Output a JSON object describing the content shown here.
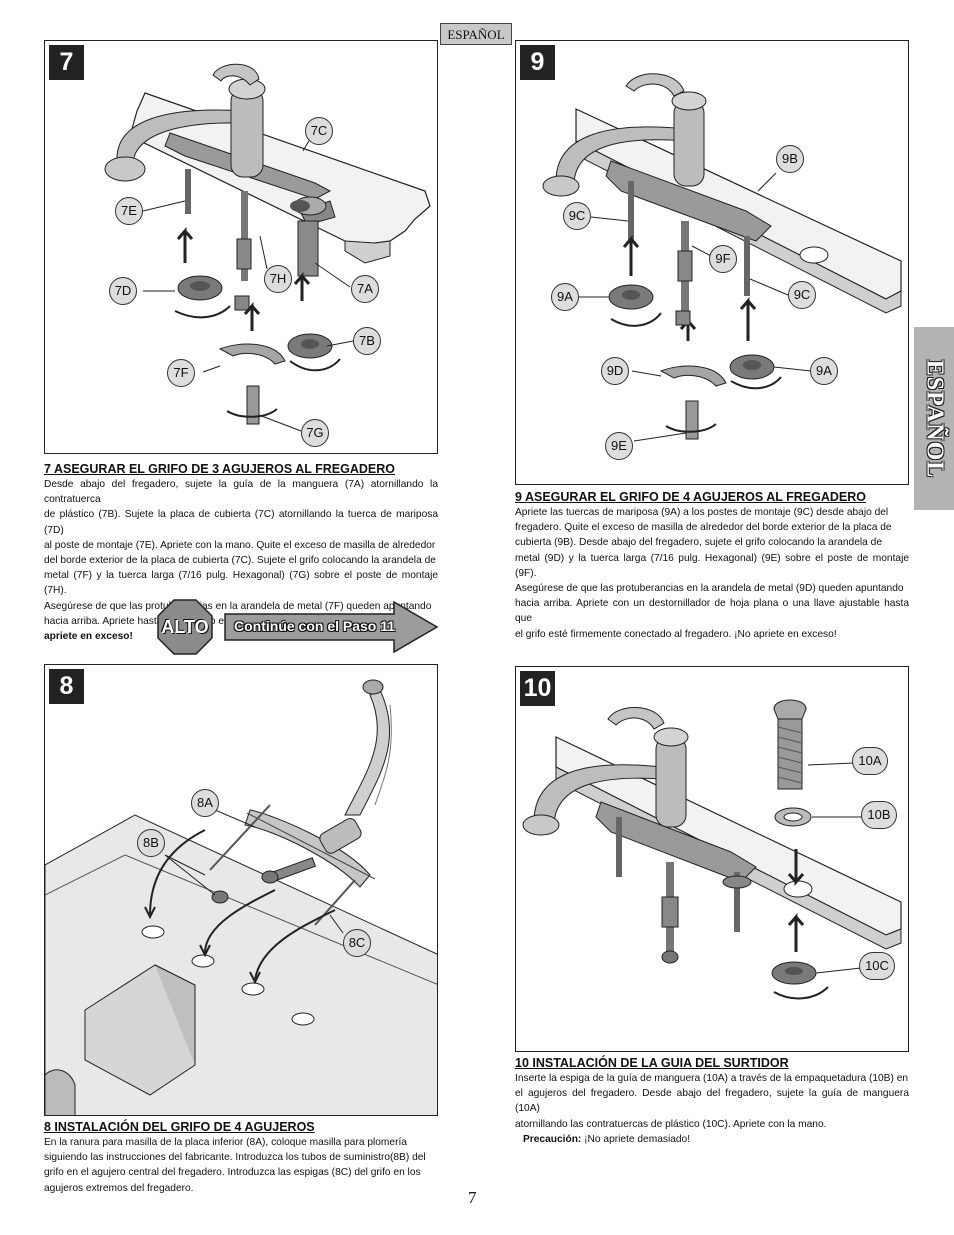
{
  "header": {
    "language_tag": "ESPAÑOL"
  },
  "side_tab": {
    "label": "ESPAÑOL"
  },
  "steps": {
    "s7": {
      "number": "7",
      "callouts": {
        "c7C": "7C",
        "c7E": "7E",
        "c7D": "7D",
        "c7H": "7H",
        "c7A": "7A",
        "c7B": "7B",
        "c7F": "7F",
        "c7G": "7G"
      },
      "title": "7  ASEGURAR EL GRIFO DE 3 AGUJEROS AL FREGADERO",
      "lines": [
        "Desde abajo del fregadero, sujete la guía de la manguera (7A) atornillando la contratuerca",
        "de plástico (7B). Sujete la placa de cubierta (7C) atornillando la tuerca de mariposa (7D)",
        "al poste de montaje (7E).  Apriete con la mano. Quite el exceso de masilla de alrededor",
        "del borde exterior de la placa de cubierta (7C). Sujete el grifo colocando la arandela de",
        "metal (7F) y la tuerca larga (7/16 pulg. Hexagonal) (7G) sobre el poste de montaje (7H).",
        "Asegúrese de que las protuberancias en la arandela de metal (7F) queden apuntando",
        "hacia arriba. Apriete hasta que el grifo esté firmemente conectado al fregadero. ¡No",
        "apriete en exceso!"
      ]
    },
    "s8": {
      "number": "8",
      "callouts": {
        "c8A": "8A",
        "c8B": "8B",
        "c8C": "8C"
      },
      "title": "8  INSTALACIÓN DEL GRIFO DE 4 AGUJEROS",
      "lines": [
        "En la ranura para masilla de la placa inferior (8A), coloque masilla para plomería",
        "siguiendo las instrucciones del fabricante. Introduzca los tubos de suministro(8B) del",
        "grifo en el agujero central del fregadero. Introduzca las espigas (8C) del grifo en los",
        "agujeros extremos del fregadero."
      ]
    },
    "s9": {
      "number": "9",
      "callouts": {
        "c9B": "9B",
        "c9C1": "9C",
        "c9F": "9F",
        "c9A1": "9A",
        "c9C2": "9C",
        "c9D": "9D",
        "c9A2": "9A",
        "c9E": "9E"
      },
      "title": "9  ASEGURAR EL GRIFO DE 4 AGUJEROS AL FREGADERO",
      "lines": [
        "Apriete las tuercas de mariposa (9A) a los postes de montaje (9C) desde abajo del",
        "fregadero.  Quite el exceso de masilla de alrededor del borde exterior de la placa de",
        "cubierta (9B). Desde abajo del fregadero, sujete el grifo colocando la arandela de",
        "metal (9D) y la tuerca larga (7/16 pulg. Hexagonal) (9E) sobre el poste de montaje (9F).",
        "Asegúrese de que las protuberancias en la arandela de metal (9D) queden apuntando",
        "hacia arriba. Apriete con un destornillador de hoja plana o una llave ajustable hasta que",
        "el grifo esté firmemente conectado al fregadero.  ¡No apriete en exceso!"
      ]
    },
    "s10": {
      "number": "10",
      "callouts": {
        "c10A": "10A",
        "c10B": "10B",
        "c10C": "10C"
      },
      "title": "10  INSTALACIÓN DE LA GUIA DEL SURTIDOR",
      "lines": [
        "Inserte la espiga de  la guía de manguera (10A) a través de la empaquetadura (10B) en",
        "el agujeros del fregadero.  Desde abajo del fregadero, sujete la guía de manguera (10A)",
        "atornillando las contratuercas de plástico (10C). Apriete con la mano."
      ],
      "caution_label": "Precaución:",
      "caution_text": " ¡No apriete demasiado!"
    }
  },
  "stop_sign": {
    "label": "ALTO"
  },
  "continue_arrow": {
    "label": "Continúe con el Paso 11"
  },
  "page_number": "7"
}
